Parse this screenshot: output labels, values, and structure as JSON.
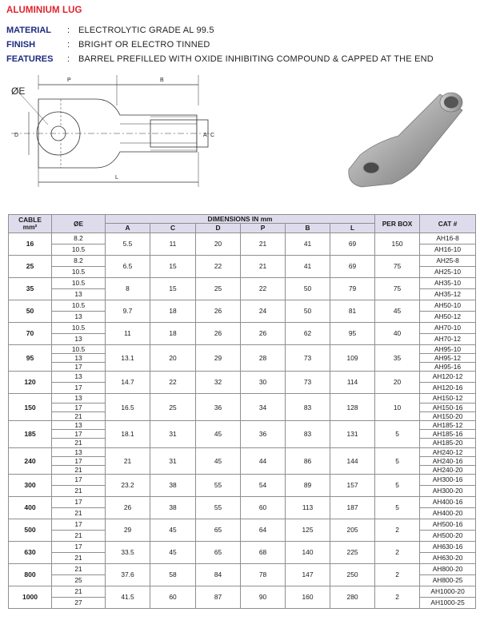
{
  "title": "ALUMINIUM LUG",
  "specs": [
    {
      "label": "MATERIAL",
      "sep": ":",
      "value": "ELECTROLYTIC GRADE AL 99.5"
    },
    {
      "label": "FINISH",
      "sep": ":",
      "value": "BRIGHT OR ELECTRO TINNED"
    },
    {
      "label": "FEATURES",
      "sep": ":",
      "value": "BARREL PREFILLED WITH OXIDE INHIBITING COMPOUND & CAPPED AT THE END"
    }
  ],
  "drawing_labels": {
    "e": "ØE",
    "p": "P",
    "b": "B",
    "d": "D",
    "a": "A",
    "c": "C",
    "l": "L"
  },
  "table": {
    "head": {
      "cable_line1": "CABLE",
      "cable_line2": "mm²",
      "e": "ØE",
      "dimensions": "DIMENSIONS IN mm",
      "per_box": "PER BOX",
      "cat": "CAT #",
      "dims": [
        "A",
        "C",
        "D",
        "P",
        "B",
        "L"
      ]
    },
    "groups": [
      {
        "cable": "16",
        "e": [
          "8.2",
          "10.5"
        ],
        "a": "5.5",
        "c": "11",
        "d": "20",
        "p": "21",
        "b": "41",
        "l": "69",
        "box": "150",
        "cat": [
          "AH16-8",
          "AH16-10"
        ]
      },
      {
        "cable": "25",
        "e": [
          "8.2",
          "10.5"
        ],
        "a": "6.5",
        "c": "15",
        "d": "22",
        "p": "21",
        "b": "41",
        "l": "69",
        "box": "75",
        "cat": [
          "AH25-8",
          "AH25-10"
        ]
      },
      {
        "cable": "35",
        "e": [
          "10.5",
          "13"
        ],
        "a": "8",
        "c": "15",
        "d": "25",
        "p": "22",
        "b": "50",
        "l": "79",
        "box": "75",
        "cat": [
          "AH35-10",
          "AH35-12"
        ]
      },
      {
        "cable": "50",
        "e": [
          "10.5",
          "13"
        ],
        "a": "9.7",
        "c": "18",
        "d": "26",
        "p": "24",
        "b": "50",
        "l": "81",
        "box": "45",
        "cat": [
          "AH50-10",
          "AH50-12"
        ]
      },
      {
        "cable": "70",
        "e": [
          "10.5",
          "13"
        ],
        "a": "11",
        "c": "18",
        "d": "26",
        "p": "26",
        "b": "62",
        "l": "95",
        "box": "40",
        "cat": [
          "AH70-10",
          "AH70-12"
        ]
      },
      {
        "cable": "95",
        "e": [
          "10.5",
          "13",
          "17"
        ],
        "a": "13.1",
        "c": "20",
        "d": "29",
        "p": "28",
        "b": "73",
        "l": "109",
        "box": "35",
        "cat": [
          "AH95-10",
          "AH95-12",
          "AH95-16"
        ]
      },
      {
        "cable": "120",
        "e": [
          "13",
          "17"
        ],
        "a": "14.7",
        "c": "22",
        "d": "32",
        "p": "30",
        "b": "73",
        "l": "114",
        "box": "20",
        "cat": [
          "AH120-12",
          "AH120-16"
        ]
      },
      {
        "cable": "150",
        "e": [
          "13",
          "17",
          "21"
        ],
        "a": "16.5",
        "c": "25",
        "d": "36",
        "p": "34",
        "b": "83",
        "l": "128",
        "box": "10",
        "cat": [
          "AH150-12",
          "AH150-16",
          "AH150-20"
        ]
      },
      {
        "cable": "185",
        "e": [
          "13",
          "17",
          "21"
        ],
        "a": "18.1",
        "c": "31",
        "d": "45",
        "p": "36",
        "b": "83",
        "l": "131",
        "box": "5",
        "cat": [
          "AH185-12",
          "AH185-16",
          "AH185-20"
        ]
      },
      {
        "cable": "240",
        "e": [
          "13",
          "17",
          "21"
        ],
        "a": "21",
        "c": "31",
        "d": "45",
        "p": "44",
        "b": "86",
        "l": "144",
        "box": "5",
        "cat": [
          "AH240-12",
          "AH240-16",
          "AH240-20"
        ]
      },
      {
        "cable": "300",
        "e": [
          "17",
          "21"
        ],
        "a": "23.2",
        "c": "38",
        "d": "55",
        "p": "54",
        "b": "89",
        "l": "157",
        "box": "5",
        "cat": [
          "AH300-16",
          "AH300-20"
        ]
      },
      {
        "cable": "400",
        "e": [
          "17",
          "21"
        ],
        "a": "26",
        "c": "38",
        "d": "55",
        "p": "60",
        "b": "113",
        "l": "187",
        "box": "5",
        "cat": [
          "AH400-16",
          "AH400-20"
        ]
      },
      {
        "cable": "500",
        "e": [
          "17",
          "21"
        ],
        "a": "29",
        "c": "45",
        "d": "65",
        "p": "64",
        "b": "125",
        "l": "205",
        "box": "2",
        "cat": [
          "AH500-16",
          "AH500-20"
        ]
      },
      {
        "cable": "630",
        "e": [
          "17",
          "21"
        ],
        "a": "33.5",
        "c": "45",
        "d": "65",
        "p": "68",
        "b": "140",
        "l": "225",
        "box": "2",
        "cat": [
          "AH630-16",
          "AH630-20"
        ]
      },
      {
        "cable": "800",
        "e": [
          "21",
          "25"
        ],
        "a": "37.6",
        "c": "58",
        "d": "84",
        "p": "78",
        "b": "147",
        "l": "250",
        "box": "2",
        "cat": [
          "AH800-20",
          "AH800-25"
        ]
      },
      {
        "cable": "1000",
        "e": [
          "21",
          "27"
        ],
        "a": "41.5",
        "c": "60",
        "d": "87",
        "p": "90",
        "b": "160",
        "l": "280",
        "box": "2",
        "cat": [
          "AH1000-20",
          "AH1000-25"
        ]
      }
    ]
  }
}
